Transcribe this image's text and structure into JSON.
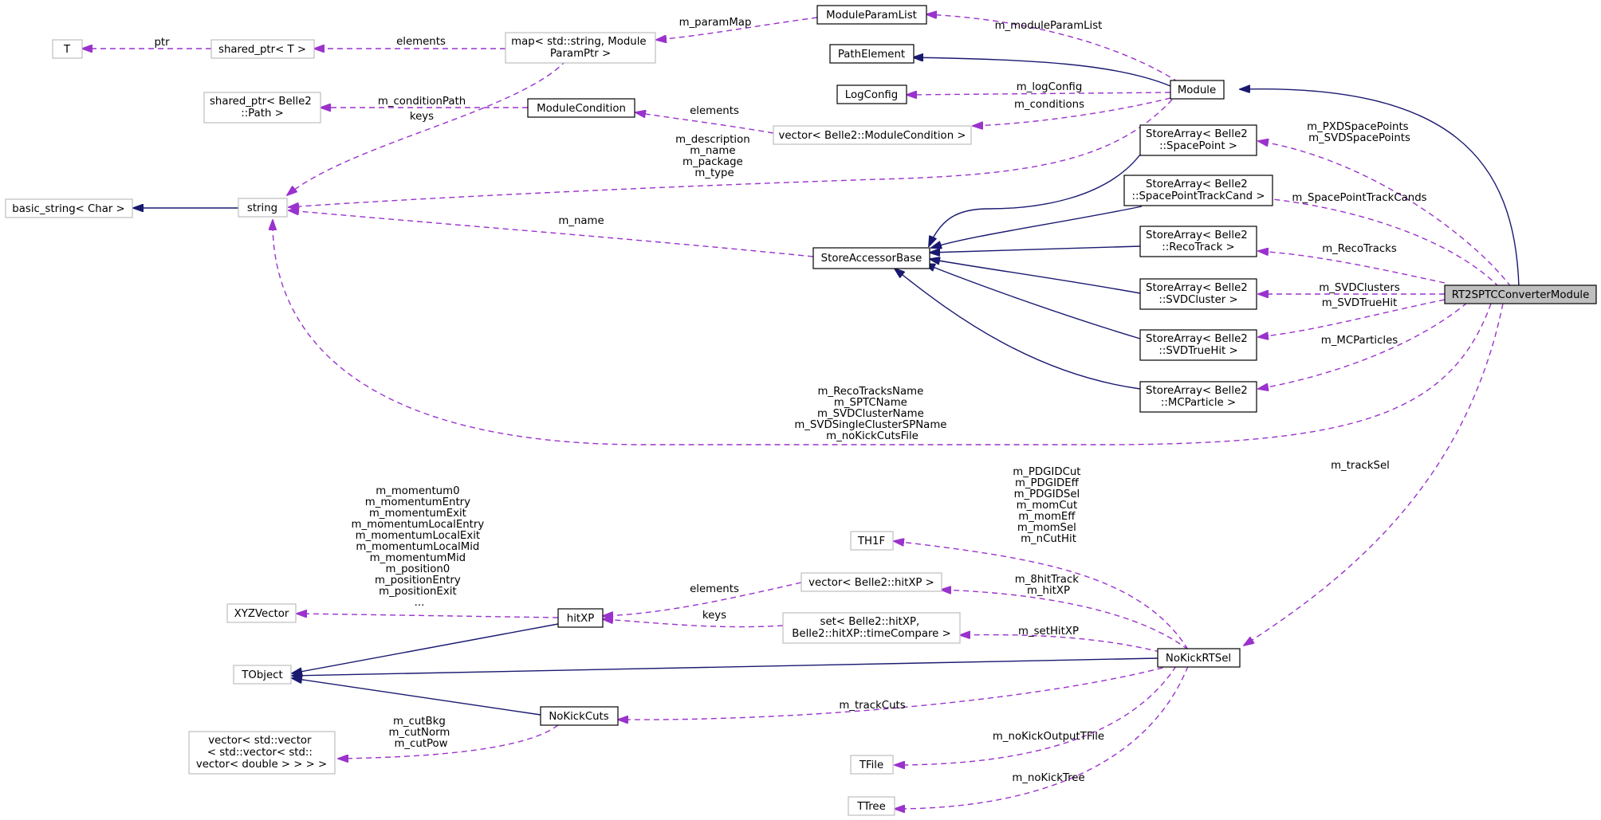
{
  "nodes": {
    "rt2sptc": "RT2SPTCConverterModule",
    "module": "Module",
    "module_param_list": "ModuleParamList",
    "path_element": "PathElement",
    "log_config": "LogConfig",
    "map_param": [
      "map< std::string, Module",
      "ParamPtr >"
    ],
    "shared_ptr_t": "shared_ptr< T >",
    "t": "T",
    "shared_ptr_path": [
      "shared_ptr< Belle2",
      "::Path >"
    ],
    "module_condition": "ModuleCondition",
    "vector_module_condition": "vector< Belle2::ModuleCondition >",
    "basic_string": "basic_string< Char >",
    "string": "string",
    "store_accessor_base": "StoreAccessorBase",
    "sa_spacepoint": [
      "StoreArray< Belle2",
      "::SpacePoint >"
    ],
    "sa_sptc": [
      "StoreArray< Belle2",
      "::SpacePointTrackCand >"
    ],
    "sa_recotrack": [
      "StoreArray< Belle2",
      "::RecoTrack >"
    ],
    "sa_svdcluster": [
      "StoreArray< Belle2",
      "::SVDCluster >"
    ],
    "sa_svdtruehit": [
      "StoreArray< Belle2",
      "::SVDTrueHit >"
    ],
    "sa_mcparticle": [
      "StoreArray< Belle2",
      "::MCParticle >"
    ],
    "th1f": "TH1F",
    "vector_hitxp": "vector< Belle2::hitXP >",
    "set_hitxp": [
      "set< Belle2::hitXP,",
      "Belle2::hitXP::timeCompare >"
    ],
    "xyzvector": "XYZVector",
    "hitxp": "hitXP",
    "tobject": "TObject",
    "nokickrtsel": "NoKickRTSel",
    "nokickcuts": "NoKickCuts",
    "vector_vector": [
      "vector< std::vector",
      "< std::vector< std::",
      "vector< double > > > >"
    ],
    "tfile": "TFile",
    "ttree": "TTree"
  },
  "edge_labels": {
    "ptr": "ptr",
    "elements_shared": "elements",
    "m_paramMap": "m_paramMap",
    "m_moduleParamList": "m_moduleParamList",
    "m_conditionPath": "m_conditionPath",
    "keys_string": "keys",
    "elements_condition": "elements",
    "m_logConfig": "m_logConfig",
    "m_conditions": "m_conditions",
    "string_members": [
      "m_description",
      "m_name",
      "m_package",
      "m_type"
    ],
    "m_name_sab": "m_name",
    "spacepoints": [
      "m_PXDSpacePoints",
      "m_SVDSpacePoints"
    ],
    "m_SpacePointTrackCands": "m_SpacePointTrackCands",
    "m_RecoTracks": "m_RecoTracks",
    "m_SVDClusters": "m_SVDClusters",
    "m_SVDTrueHit": "m_SVDTrueHit",
    "m_MCParticles": "m_MCParticles",
    "rt2_string_members": [
      "m_RecoTracksName",
      "m_SPTCName",
      "m_SVDClusterName",
      "m_SVDSingleClusterSPName",
      "m_noKickCutsFile"
    ],
    "m_trackSel": "m_trackSel",
    "th1f_members": [
      "m_PDGIDCut",
      "m_PDGIDEff",
      "m_PDGIDSel",
      "m_momCut",
      "m_momEff",
      "m_momSel",
      "m_nCutHit"
    ],
    "hitxp_vector_members": [
      "m_8hitTrack",
      "m_hitXP"
    ],
    "m_setHitXP": "m_setHitXP",
    "elements_hitxp": "elements",
    "keys_hitxp": "keys",
    "xyz_members": [
      "m_momentum0",
      "m_momentumEntry",
      "m_momentumExit",
      "m_momentumLocalEntry",
      "m_momentumLocalExit",
      "m_momentumLocalMid",
      "m_momentumMid",
      "m_position0",
      "m_positionEntry",
      "m_positionExit",
      "..."
    ],
    "m_trackCuts": "m_trackCuts",
    "cut_members": [
      "m_cutBkg",
      "m_cutNorm",
      "m_cutPow"
    ],
    "m_noKickOutputTFile": "m_noKickOutputTFile",
    "m_noKickTree": "m_noKickTree"
  },
  "colors": {
    "inheritance": "#191970",
    "usage": "#9a32cd",
    "highlight_fill": "#bfbfbf",
    "external_border": "#bfbfbf"
  }
}
